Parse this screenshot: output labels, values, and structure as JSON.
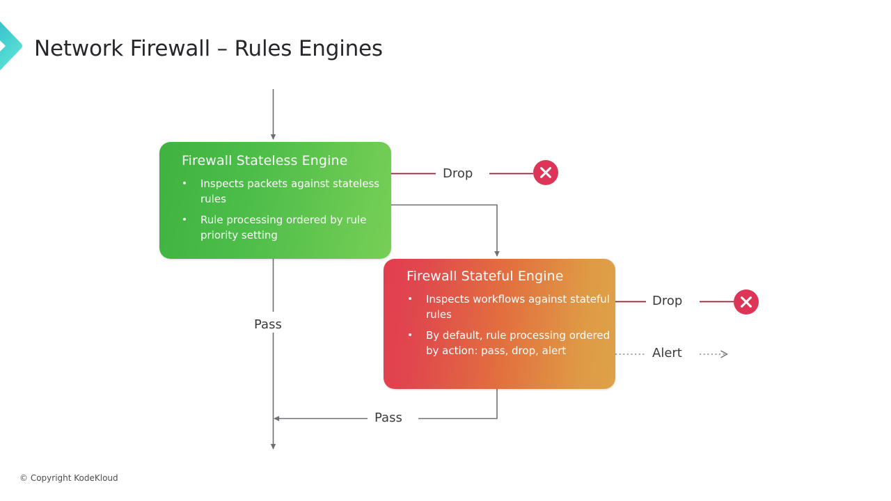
{
  "slide": {
    "title": "Network Firewall – Rules Engines",
    "footer": "© Copyright KodeKloud",
    "logo_icon": "chevron-right-icon"
  },
  "colors": {
    "green_start": "#3fb23f",
    "green_end": "#77cf57",
    "red_start": "#e23e4e",
    "orange_end": "#dda247",
    "drop_marker": "#dc3557",
    "drop_line": "#a01a35",
    "connector_gray": "#6f6f73",
    "title_text": "#26262b",
    "logo_teal_start": "#2aa9c4",
    "logo_teal_end": "#5fe3d2"
  },
  "nodes": [
    {
      "id": "stateless",
      "title": "Firewall Stateless Engine",
      "bullets": [
        "Inspects packets against stateless rules",
        "Rule processing ordered by rule priority setting"
      ]
    },
    {
      "id": "stateful",
      "title": "Firewall Stateful Engine",
      "bullets": [
        "Inspects workflows against stateful rules",
        "By default, rule processing ordered by action: pass, drop, alert"
      ]
    }
  ],
  "edges": {
    "drop_stateless": "Drop",
    "drop_stateful": "Drop",
    "alert_stateful": "Alert",
    "pass_stateless": "Pass",
    "pass_stateful": "Pass"
  },
  "markers": {
    "drop_icon": "x-circle-icon",
    "alert_icon": "arrow-right-icon"
  }
}
